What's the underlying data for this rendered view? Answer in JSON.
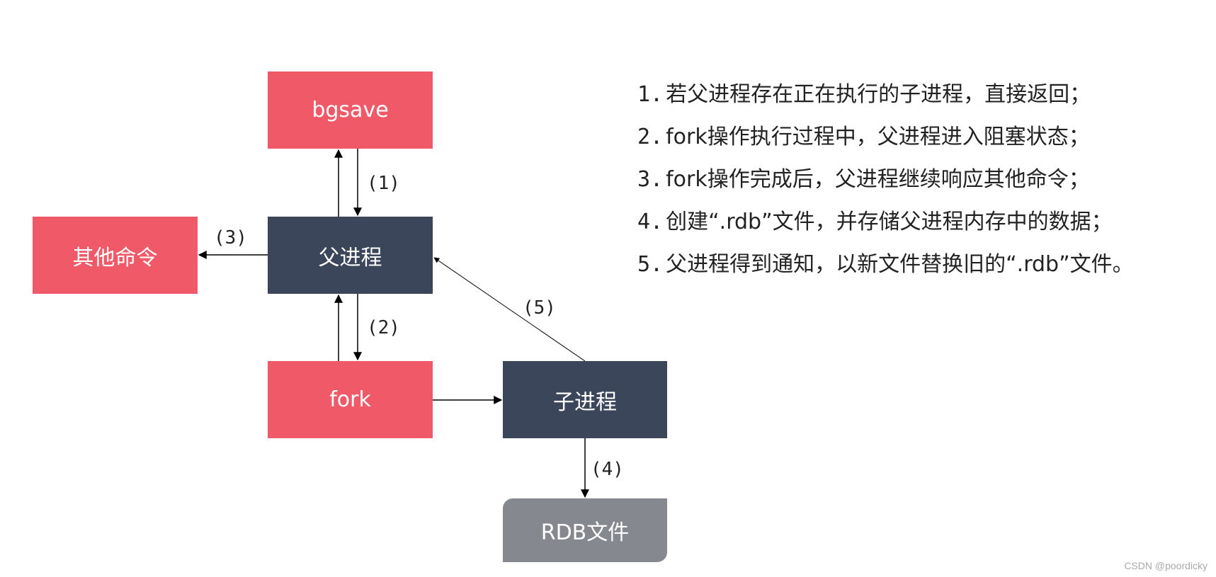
{
  "nodes": {
    "bgsave": "bgsave",
    "parent": "父进程",
    "other_commands": "其他命令",
    "fork": "fork",
    "child": "子进程",
    "rdb_file": "RDB文件"
  },
  "edge_labels": {
    "step1": "(1)",
    "step2": "(2)",
    "step3": "(3)",
    "step4": "(4)",
    "step5": "(5)"
  },
  "notes": [
    {
      "num": "1.",
      "text": "若父进程存在正在执行的子进程，直接返回；"
    },
    {
      "num": "2.",
      "text": "fork操作执行过程中，父进程进入阻塞状态；"
    },
    {
      "num": "3.",
      "text": "fork操作完成后，父进程继续响应其他命令；"
    },
    {
      "num": "4.",
      "text": "创建“.rdb”文件，并存储父进程内存中的数据；"
    },
    {
      "num": "5.",
      "text": "父进程得到通知，以新文件替换旧的“.rdb”文件。"
    }
  ],
  "watermark": "CSDN @poordicky",
  "colors": {
    "red_node": "#f05a68",
    "dark_node": "#3c465a",
    "gray_node": "#85888f"
  }
}
